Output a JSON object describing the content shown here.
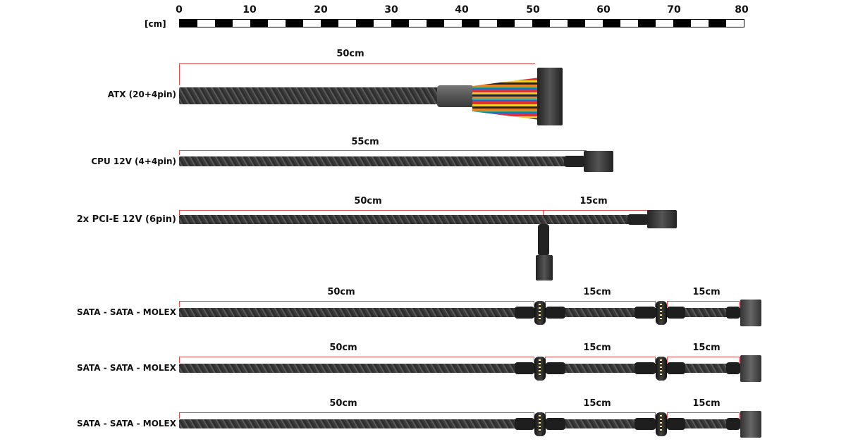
{
  "ruler": {
    "unit_label": "[cm]",
    "ticks": [
      "0",
      "10",
      "20",
      "30",
      "40",
      "50",
      "60",
      "70",
      "80"
    ]
  },
  "cables": [
    {
      "label": "ATX (20+4pin)",
      "segments": [
        "50cm"
      ]
    },
    {
      "label": "CPU 12V (4+4pin)",
      "segments": [
        "55cm"
      ]
    },
    {
      "label": "2x  PCI-E 12V (6pin)",
      "segments": [
        "50cm",
        "15cm"
      ]
    },
    {
      "label": "SATA - SATA - MOLEX",
      "segments": [
        "50cm",
        "15cm",
        "15cm"
      ]
    },
    {
      "label": "SATA - SATA - MOLEX",
      "segments": [
        "50cm",
        "15cm",
        "15cm"
      ]
    },
    {
      "label": "SATA - SATA - MOLEX",
      "segments": [
        "50cm",
        "15cm",
        "15cm"
      ]
    }
  ]
}
